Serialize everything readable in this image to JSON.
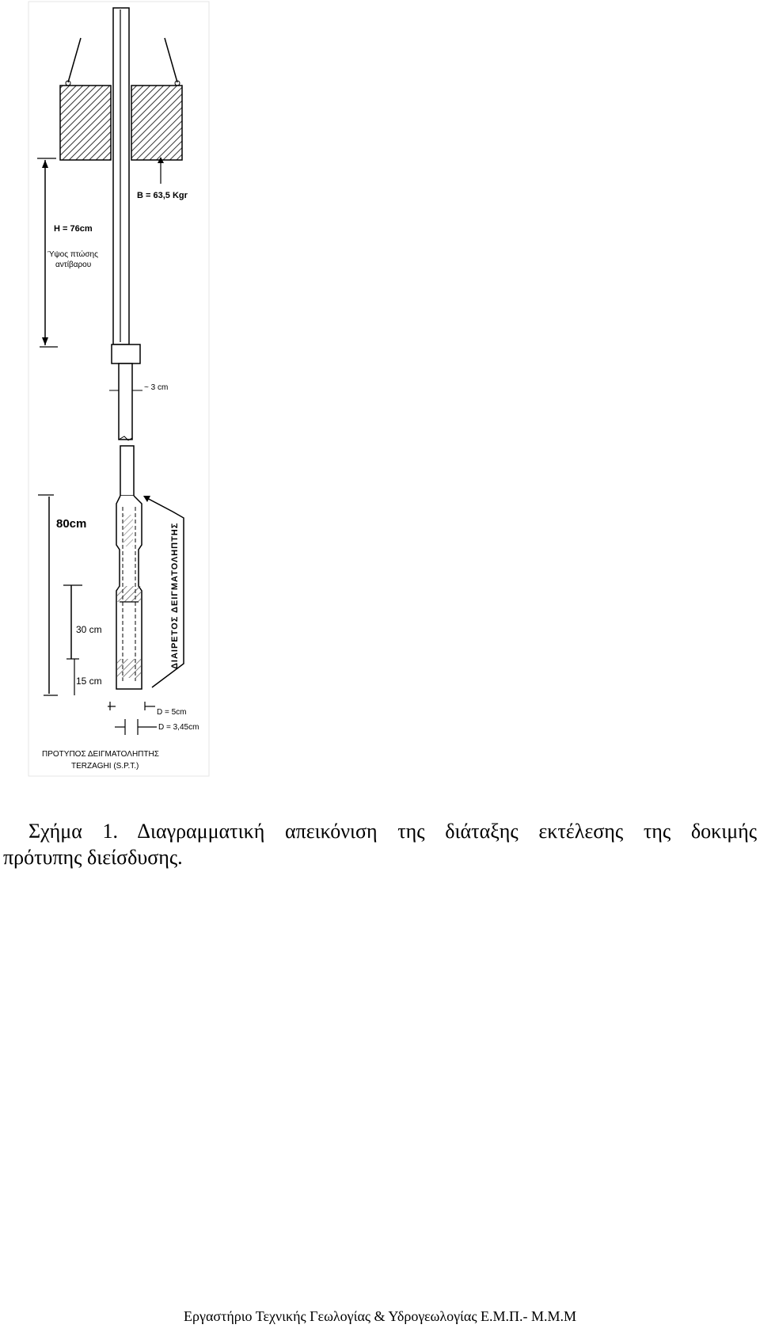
{
  "figure": {
    "labels": {
      "weight": "B = 63,5 Kgr",
      "height": "H = 76cm",
      "fall_height_line1": "Ύψος πτώσης",
      "fall_height_line2": "αντίβαρου",
      "rod_diameter": "~ 3 cm",
      "len_80": "80cm",
      "len_30": "30 cm",
      "len_15": "15 cm",
      "d_outer": "D = 5cm",
      "d_inner": "D = 3,45cm",
      "sampler_side": "ΔΙΑΙΡΕΤΟΣ ΔΕΙΓΜΑΤΟΛΗΠΤΗΣ",
      "title_line1": "ΠΡΟΤΥΠΟΣ ΔΕΙΓΜΑΤΟΛΗΠΤΗΣ",
      "title_line2": "TERZAGHI (S.P.T.)"
    }
  },
  "caption": {
    "line1_words": [
      "Σχήμα",
      "1.",
      "Διαγραμματική",
      "απεικόνιση",
      "της",
      "διάταξης",
      "εκτέλεσης",
      "της",
      "δοκιμής"
    ],
    "line2": "πρότυπης διείσδυσης."
  },
  "footer": {
    "text": "Εργαστήριο Τεχνικής Γεωλογίας & Υδρογεωλογίας Ε.Μ.Π.- Μ.Μ.Μ"
  }
}
